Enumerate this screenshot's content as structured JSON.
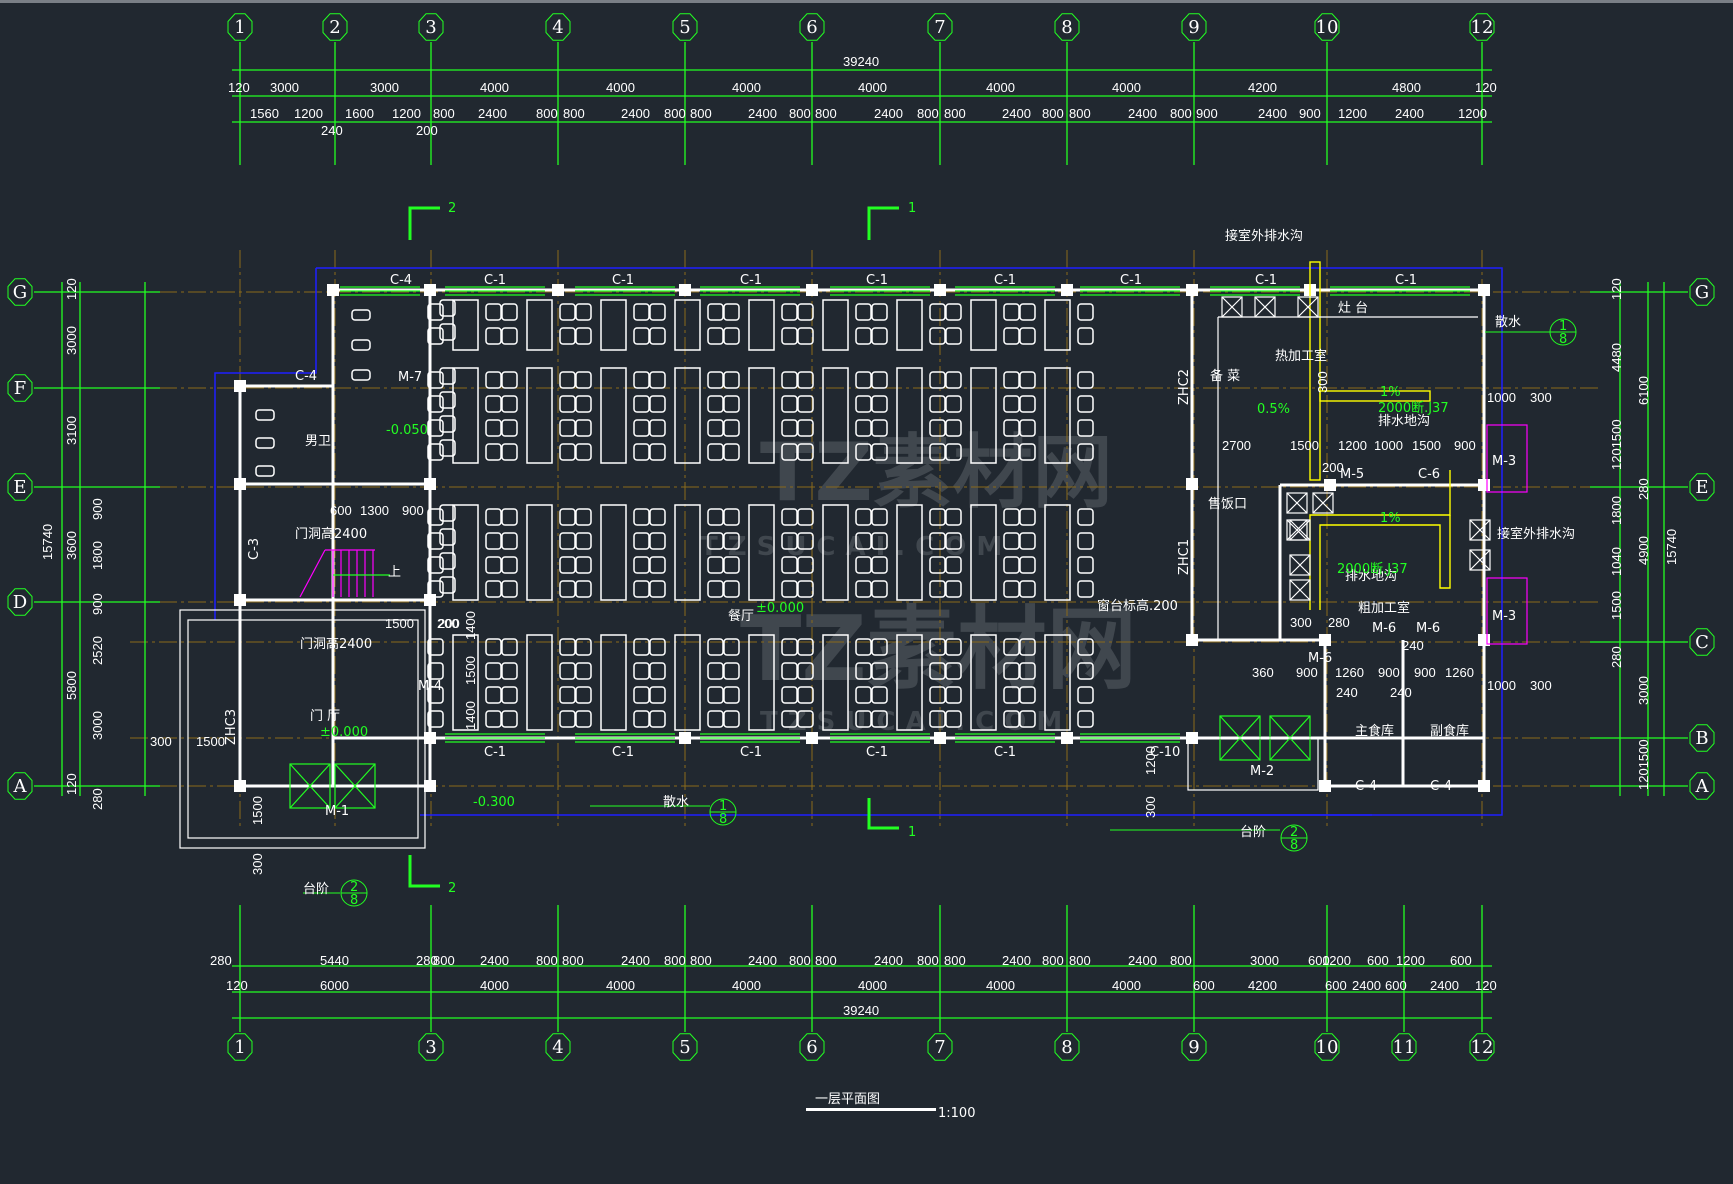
{
  "drawing": {
    "title": "一层平面图",
    "scale": "1:100",
    "colors": {
      "background": "#212830",
      "wall": "#ffffff",
      "dimension": "#22ff22",
      "axis_line": "#8a6a1a",
      "outline": "#0000ff",
      "stair": "#ff00ff",
      "drain": "#ffff00",
      "watermark": "#5b6168"
    }
  },
  "axes": {
    "horizontal_top": [
      "1",
      "2",
      "3",
      "4",
      "5",
      "6",
      "7",
      "8",
      "9",
      "10",
      "12"
    ],
    "horizontal_bottom": [
      "1",
      "3",
      "4",
      "5",
      "6",
      "7",
      "8",
      "9",
      "10",
      "11",
      "12"
    ],
    "vertical_left": [
      "G",
      "F",
      "E",
      "D",
      "A"
    ],
    "vertical_right": [
      "G",
      "E",
      "C",
      "B",
      "A"
    ]
  },
  "dimensions": {
    "top_total": "39240",
    "top_row1": [
      "120",
      "3000",
      "3000",
      "4000",
      "4000",
      "4000",
      "4000",
      "4000",
      "4000",
      "4200",
      "4800",
      "120"
    ],
    "top_row2": [
      "1560",
      "1200",
      "1600",
      "1200",
      "800",
      "2400",
      "800",
      "800",
      "2400",
      "800",
      "800",
      "2400",
      "800",
      "800",
      "2400",
      "800",
      "800",
      "2400",
      "800",
      "800",
      "2400",
      "800",
      "900",
      "2400",
      "900",
      "1200",
      "2400",
      "1200"
    ],
    "top_row2_under": [
      "240",
      "200"
    ],
    "bottom_row1": [
      "280",
      "5440",
      "280",
      "800",
      "2400",
      "800",
      "800",
      "2400",
      "800",
      "800",
      "2400",
      "800",
      "800",
      "2400",
      "800",
      "800",
      "2400",
      "800",
      "800",
      "2400",
      "800",
      "3000",
      "600",
      "1200",
      "600",
      "1200",
      "600"
    ],
    "bottom_row2": [
      "120",
      "6000",
      "4000",
      "4000",
      "4000",
      "4000",
      "4000",
      "4000",
      "600",
      "4200",
      "600",
      "2400",
      "600",
      "2400",
      "120"
    ],
    "bottom_total": "39240",
    "left_outer": [
      "15740"
    ],
    "left_mid": [
      "120",
      "3000",
      "3100",
      "3600",
      "5800",
      "120"
    ],
    "left_inner": [
      "900",
      "1800",
      "900",
      "2520",
      "3000",
      "280"
    ],
    "right_inner": [
      "120",
      "4480",
      "1201500",
      "1800",
      "1040",
      "1500",
      "280"
    ],
    "right_mid": [
      "6100",
      "280",
      "4900",
      "3000",
      "1201500"
    ],
    "right_outer": [
      "15740"
    ]
  },
  "rooms": {
    "dining_hall": "餐厅",
    "hot_kitchen": "热加工室",
    "prep": "备 菜",
    "stove": "灶 台",
    "serving_window": "售饭口",
    "rough_kitchen": "粗加工室",
    "main_storage": "主食库",
    "sub_storage": "副食库",
    "mens_toilet": "男卫",
    "lobby": "门 厅",
    "up": "上"
  },
  "annotations": {
    "door_height_1": "门洞高2400",
    "door_height_2": "门洞高2400",
    "sill_height": "窗台标高.200",
    "drain_outlet_1": "接室外排水沟",
    "drain_outlet_2": "接室外排水沟",
    "drain_trench": "排水地沟",
    "drain_spec": "2000断.J37",
    "apron": "散水",
    "steps": "台阶",
    "slope": "0.5%",
    "slope_1": "1%",
    "level_hall": "±0.000",
    "level_lobby": "±0.000",
    "level_toilet": "-0.050",
    "level_outside": "-0.300",
    "section_1": "1",
    "section_2": "2",
    "detail_index_top": "1",
    "detail_index_bottom": "8",
    "detail_index_steps_top": "2"
  },
  "windows": {
    "C-1": "C-1",
    "C-4": "C-4",
    "C-3": "C-3",
    "C-6": "C-6",
    "C-10": "C-10",
    "ZHC1": "ZHC1",
    "ZHC2": "ZHC2",
    "ZHC3": "ZHC3"
  },
  "doors": {
    "M-1": "M-1",
    "M-2": "M-2",
    "M-3": "M-3",
    "M-4": "M-4",
    "M-5": "M-5",
    "M-6": "M-6",
    "M-7": "M-7"
  },
  "room_dims": {
    "toilet_row": [
      "600",
      "1300",
      "900"
    ],
    "stair": [
      "1500",
      "200"
    ],
    "lobby": [
      "300",
      "1500",
      "1500",
      "300"
    ],
    "kitchen_row": [
      "2700",
      "1500",
      "1200",
      "1000",
      "1500",
      "900"
    ],
    "kitchen_small": [
      "200",
      "300",
      "1000",
      "300",
      "1000",
      "300"
    ],
    "storage_row": [
      "360",
      "900",
      "1260",
      "900",
      "900",
      "1260",
      "240",
      "240",
      "240"
    ],
    "storage_top": [
      "300",
      "280"
    ],
    "hall_side": [
      "200",
      "1400",
      "1500",
      "1400"
    ],
    "entrance": [
      "1200",
      "300"
    ]
  },
  "watermark": {
    "text": "TZ素材网",
    "url_text": "TZSUCAI.COM"
  }
}
